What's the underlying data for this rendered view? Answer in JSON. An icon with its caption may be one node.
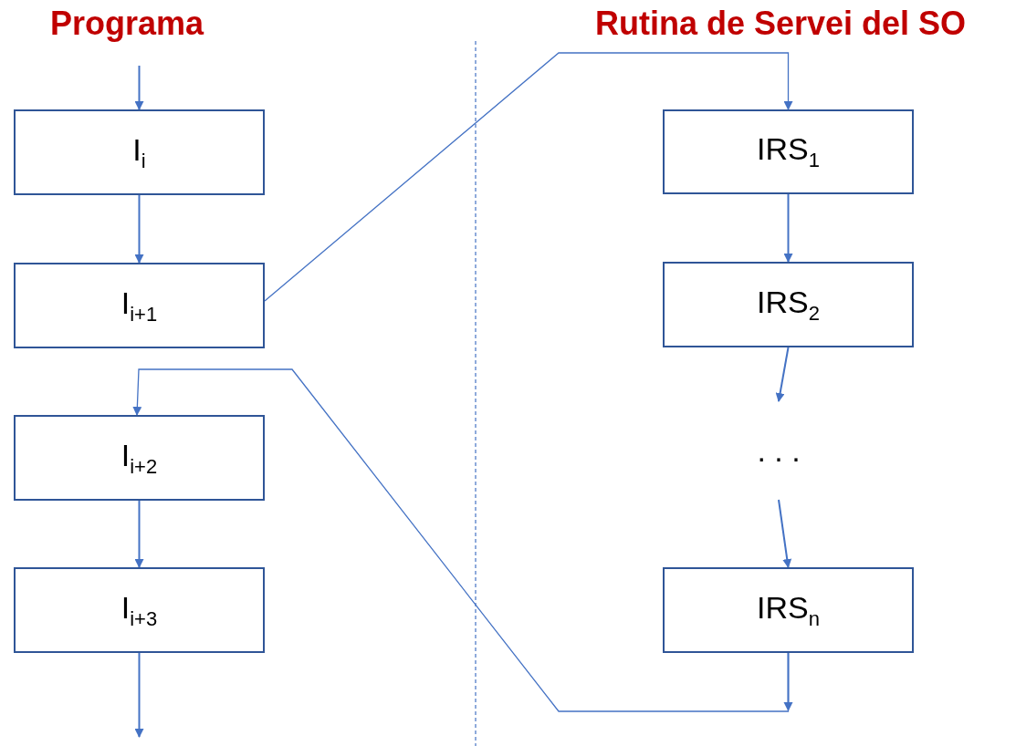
{
  "diagram": {
    "nodes": [
      {
        "text": [
          "I$_{i}$"
        ]
      },
      {
        "text": [
          "I$_{i+1}$"
        ]
      },
      {
        "text": [
          "I$_{i+2}$"
        ]
      },
      {
        "text": [
          "I$_{i+3}$"
        ]
      },
      {
        "text": [
          "IRS$_{1}$"
        ]
      },
      {
        "text": [
          "IRS$_{2}$"
        ]
      },
      {
        "text": [
          ". . ."
        ]
      },
      {
        "text": [
          "IRS$_{n}$"
        ]
      }
    ],
    "edges": [
      {
        "from": null,
        "to": 0,
        "arrow": "to"
      },
      {
        "from": 0,
        "to": 1,
        "arrow": "to"
      },
      {
        "from": 1,
        "to": 4,
        "arrow": "to"
      },
      {
        "from": 2,
        "to": 3,
        "arrow": "to"
      },
      {
        "from": 3,
        "to": null,
        "arrow": "to"
      },
      {
        "from": 4,
        "to": 5,
        "arrow": "to"
      },
      {
        "from": 5,
        "to": 6,
        "arrow": "to"
      },
      {
        "from": 6,
        "to": 7,
        "arrow": "to"
      },
      {
        "from": 7,
        "to": 2,
        "arrow": "to"
      }
    ],
    "labels": [
      "Programa",
      "Rutina de Servei del SO"
    ]
  }
}
